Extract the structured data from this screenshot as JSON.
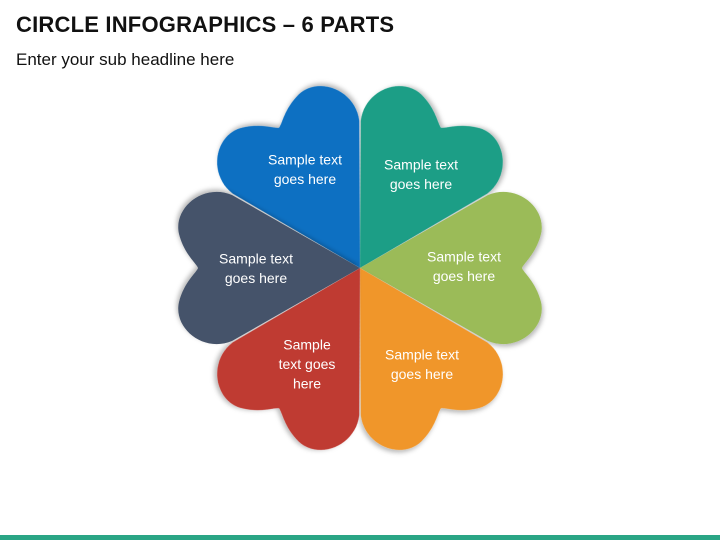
{
  "header": {
    "title": "CIRCLE INFOGRAPHICS – 6 PARTS",
    "subtitle": "Enter your sub headline here"
  },
  "petals": [
    {
      "id": "top-left",
      "color": "#0a6fc2",
      "lines": [
        "Sample text",
        "goes here"
      ]
    },
    {
      "id": "top-right",
      "color": "#1f9e86",
      "lines": [
        "Sample text",
        "goes here"
      ]
    },
    {
      "id": "right",
      "color": "#9bbb59",
      "lines": [
        "Sample text",
        "goes here"
      ]
    },
    {
      "id": "bottom-right",
      "color": "#f0962a",
      "lines": [
        "Sample text",
        "goes here"
      ]
    },
    {
      "id": "bottom-left",
      "color": "#bf3a33",
      "lines": [
        "Sample",
        "text goes",
        "here"
      ]
    },
    {
      "id": "left",
      "color": "#45536a",
      "lines": [
        "Sample text",
        "goes here"
      ]
    }
  ],
  "footer": {
    "color": "#2aa585"
  }
}
